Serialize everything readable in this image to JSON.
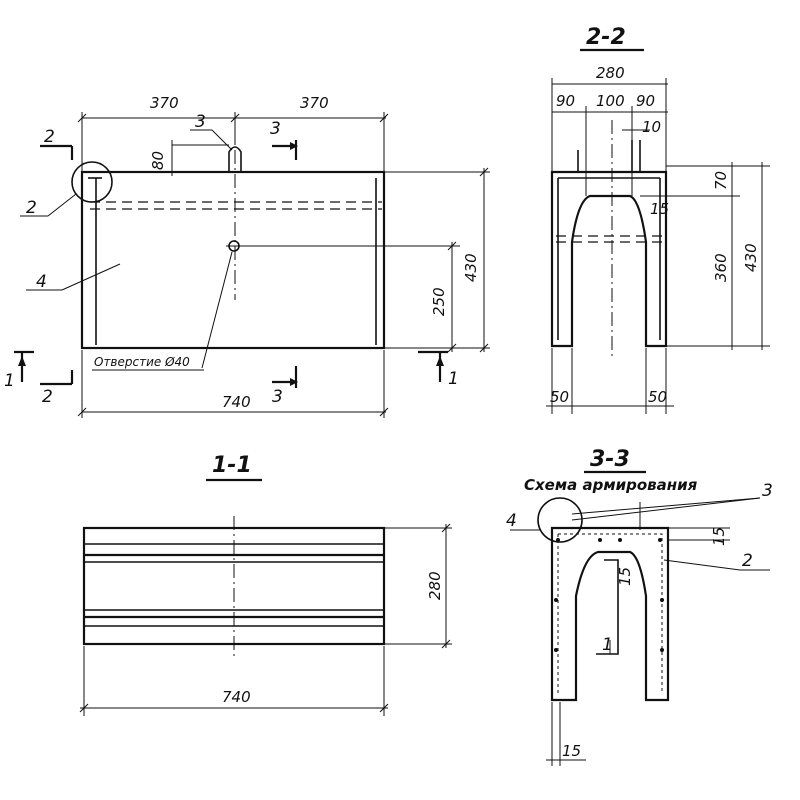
{
  "front_view": {
    "dims": {
      "left_half": "370",
      "right_half": "370",
      "total_width": "740",
      "height": "430",
      "hole_height": "250",
      "notch": "80"
    },
    "callouts": {
      "detail": "2",
      "part": "4",
      "part3": "3"
    },
    "hole_note": "Отверстие Ø40",
    "section_marks": {
      "s1_left": "1",
      "s1_right": "1",
      "s2_top": "2",
      "s2_bottom": "2",
      "s3_top": "3",
      "s3_bottom": "3"
    }
  },
  "section_1_1": {
    "title": "1-1",
    "dims": {
      "width": "740",
      "depth": "280"
    }
  },
  "section_2_2": {
    "title": "2-2",
    "dims": {
      "total": "280",
      "left": "90",
      "middle": "100",
      "right": "90",
      "small": "10",
      "top": "70",
      "inner": "360",
      "height": "430",
      "chamfer": "15",
      "base_left": "50",
      "base_right": "50"
    }
  },
  "section_3_3": {
    "title": "3-3",
    "subtitle": "Схема армирования",
    "dims": {
      "cover_top": "15",
      "inner": "15",
      "bottom": "15"
    },
    "callouts": {
      "c4": "4",
      "c3": "3",
      "c2": "2",
      "c1": "1"
    }
  }
}
